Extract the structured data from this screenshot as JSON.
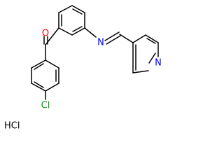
{
  "molecule": {
    "atoms": {
      "oxygen": "O",
      "chlorine": "Cl",
      "imine_nitrogen": "N",
      "pyridine_nitrogen": "N"
    },
    "salt": "HCl"
  },
  "colors": {
    "bond": "#000000",
    "oxygen": "#ff0000",
    "nitrogen": "#0000ff",
    "chlorine": "#00a000",
    "salt": "#000000"
  }
}
